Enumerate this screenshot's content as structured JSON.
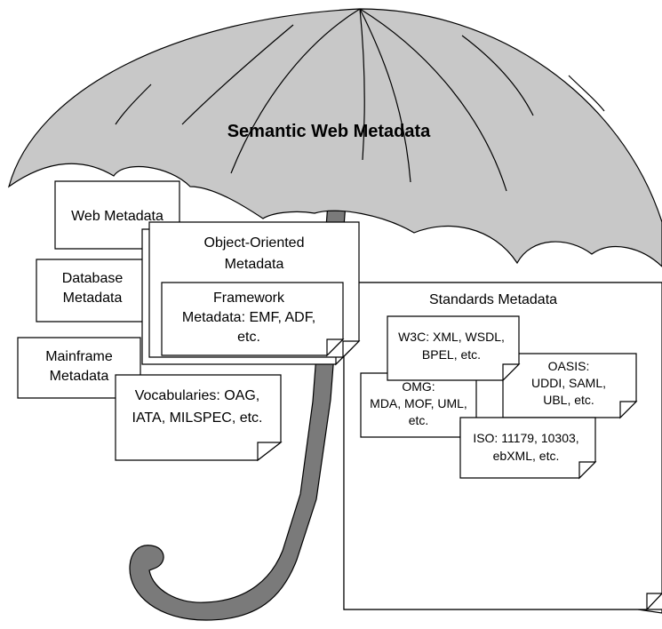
{
  "title": "Semantic Web Metadata",
  "colors": {
    "canopy": "#c8c8c8",
    "handle": "#7a7a7a",
    "line": "#000000",
    "paper": "#ffffff"
  },
  "documents": {
    "web": [
      "Web Metadata"
    ],
    "object_oriented": [
      "Object-Oriented",
      "Metadata"
    ],
    "database": [
      "Database",
      "Metadata"
    ],
    "framework": [
      "Framework",
      "Metadata: EMF, ADF,",
      "etc."
    ],
    "mainframe": [
      "Mainframe",
      "Metadata"
    ],
    "vocabularies": [
      "Vocabularies: OAG,",
      "IATA, MILSPEC, etc."
    ],
    "standards": [
      "Standards Metadata"
    ],
    "w3c": [
      "W3C: XML, WSDL,",
      "BPEL, etc."
    ],
    "oasis": [
      "OASIS:",
      "UDDI, SAML,",
      "UBL, etc."
    ],
    "omg": [
      "OMG:",
      "MDA, MOF, UML,",
      "etc."
    ],
    "iso": [
      "ISO: 11179, 10303,",
      "ebXML, etc."
    ]
  }
}
